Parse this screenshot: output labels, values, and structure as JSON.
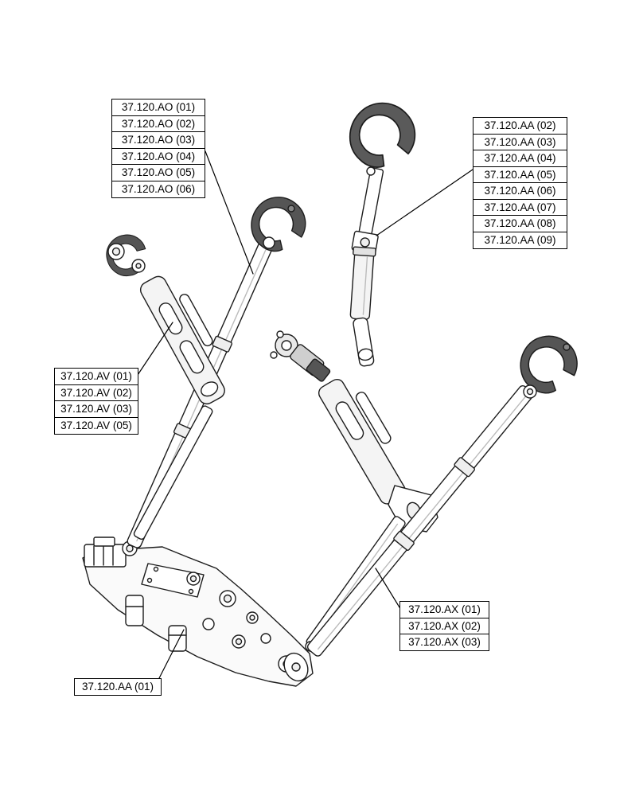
{
  "colors": {
    "outline": "#1c1c1c",
    "leader_line": "#000000",
    "hook_fill": "#555555",
    "metal_light": "#f4f4f4",
    "background": "#ffffff"
  },
  "callout_groups": {
    "ao": {
      "labels": [
        "37.120.AO (01)",
        "37.120.AO (02)",
        "37.120.AO (03)",
        "37.120.AO (04)",
        "37.120.AO (05)",
        "37.120.AO (06)"
      ]
    },
    "aa": {
      "labels": [
        "37.120.AA (02)",
        "37.120.AA (03)",
        "37.120.AA (04)",
        "37.120.AA (05)",
        "37.120.AA (06)",
        "37.120.AA (07)",
        "37.120.AA (08)",
        "37.120.AA (09)"
      ]
    },
    "av": {
      "labels": [
        "37.120.AV (01)",
        "37.120.AV (02)",
        "37.120.AV (03)",
        "37.120.AV (05)"
      ]
    },
    "ax": {
      "labels": [
        "37.120.AX (01)",
        "37.120.AX (02)",
        "37.120.AX (03)"
      ]
    },
    "aa_main": {
      "labels": [
        "37.120.AA (01)"
      ]
    }
  }
}
